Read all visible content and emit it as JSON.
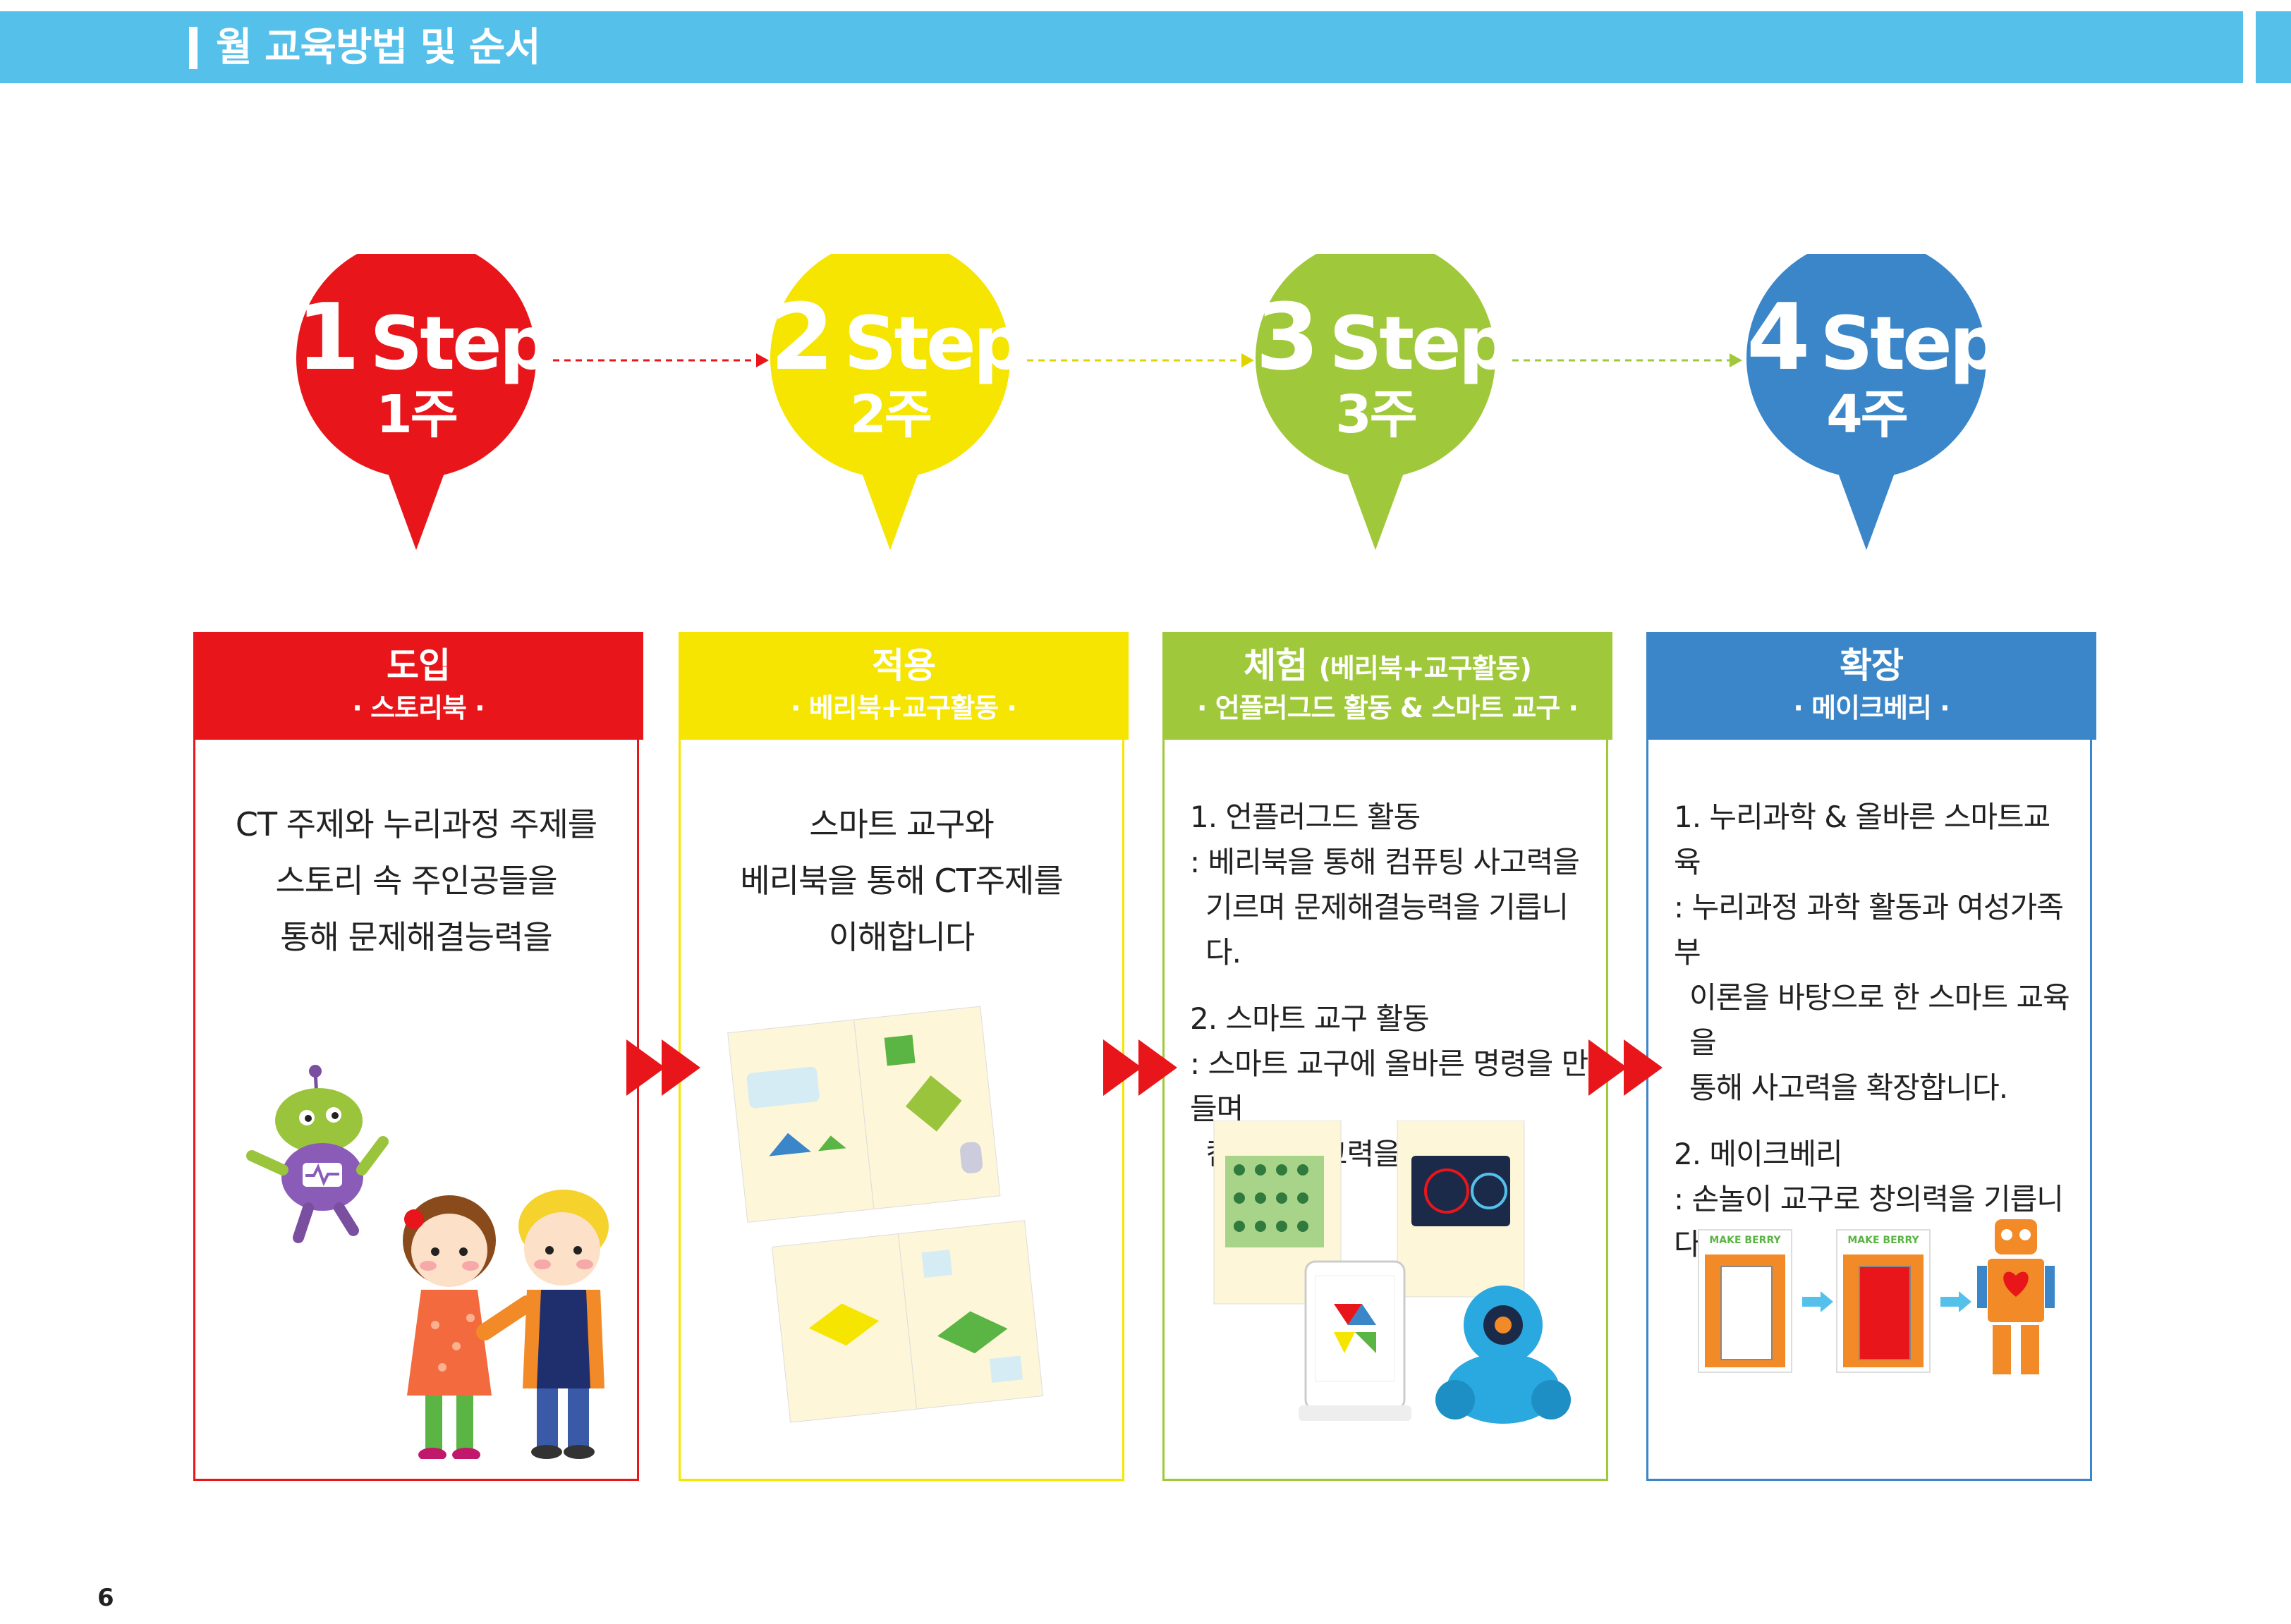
{
  "header": {
    "title": "월 교육방법 및 순서"
  },
  "steps": [
    {
      "num": "1",
      "label": "Step",
      "week": "1주",
      "color": "#e8161a"
    },
    {
      "num": "2",
      "label": "Step",
      "week": "2주",
      "color": "#f5e500"
    },
    {
      "num": "3",
      "label": "Step",
      "week": "3주",
      "color": "#9fc83a"
    },
    {
      "num": "4",
      "label": "Step",
      "week": "4주",
      "color": "#3a86c8"
    }
  ],
  "cards": [
    {
      "title": "도입",
      "subtitle": "· 스토리북 ·",
      "lines": [
        "CT 주제와 누리과정 주제를",
        "스토리 속 주인공들을",
        "통해 문제해결능력을"
      ]
    },
    {
      "title": "적용",
      "subtitle": "· 베리북+교구활동 ·",
      "lines": [
        "스마트 교구와",
        "베리북을 통해 CT주제를",
        "이해합니다"
      ]
    },
    {
      "title": "체험",
      "title_extra": "(베리북+교구활동)",
      "subtitle": "· 언플러그드 활동 & 스마트 교구 ·",
      "items": [
        {
          "heading": "1. 언플러그드 활동",
          "lines": [
            ": 베리북을 통해 컴퓨팅 사고력을",
            "기르며  문제해결능력을 기릅니다."
          ]
        },
        {
          "heading": "2. 스마트 교구 활동",
          "lines": [
            ": 스마트 교구에 올바른 명령을 만들며",
            "컴퓨팅 사고력을 기릅니다."
          ]
        }
      ]
    },
    {
      "title": "확장",
      "subtitle": "· 메이크베리 ·",
      "items": [
        {
          "heading": "1. 누리과학 & 올바른 스마트교육",
          "lines": [
            ": 누리과정 과학 활동과 여성가족부",
            "이론을 바탕으로 한 스마트 교육을",
            "통해 사고력을 확장합니다."
          ]
        },
        {
          "heading": "2. 메이크베리",
          "lines": [
            ": 손놀이 교구로 창의력을 기릅니다."
          ]
        }
      ]
    }
  ],
  "makeberry": {
    "label": "MAKE BERRY"
  },
  "page": {
    "number": "6"
  }
}
